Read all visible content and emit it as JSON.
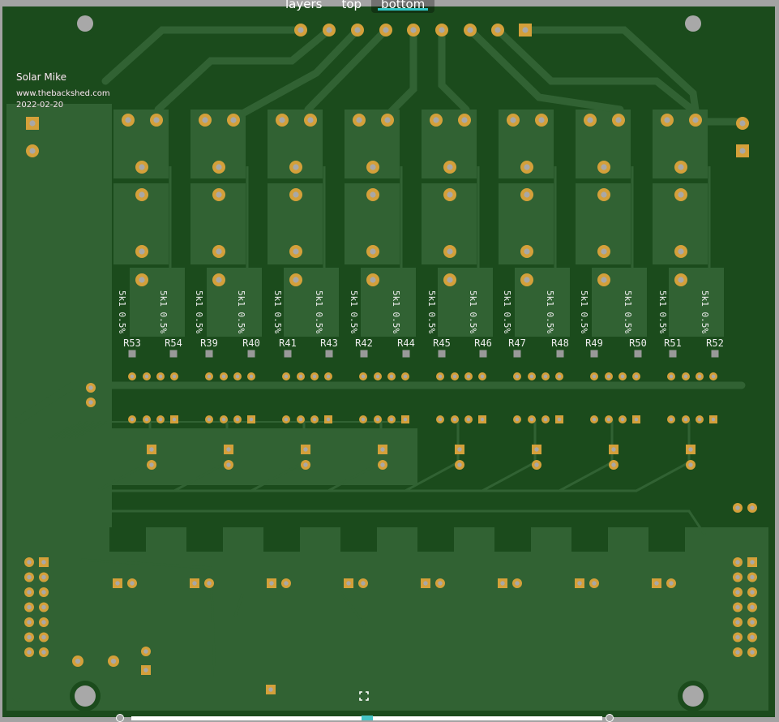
{
  "view_tabs": [
    {
      "label": "layers",
      "active": false
    },
    {
      "label": "top",
      "active": false
    },
    {
      "label": "bottom",
      "active": true
    }
  ],
  "silkscreen": {
    "author": "Solar Mike",
    "website": "www.thebackshed.com",
    "date": "2022-02-20",
    "resistor_value": "5k1 0.5%",
    "resistors": [
      "R53",
      "R54",
      "R39",
      "R40",
      "R41",
      "R43",
      "R42",
      "R44",
      "R45",
      "R46",
      "R47",
      "R48",
      "R49",
      "R50",
      "R51",
      "R52"
    ]
  },
  "colors": {
    "background": "#a3a3a3",
    "board": "#1b4b1c",
    "pour": "#316233",
    "pad": "#d4a03a",
    "hole": "#a8a8a8",
    "accent": "#2ec4c4"
  },
  "zoom_slider": {
    "value": 0.5
  }
}
